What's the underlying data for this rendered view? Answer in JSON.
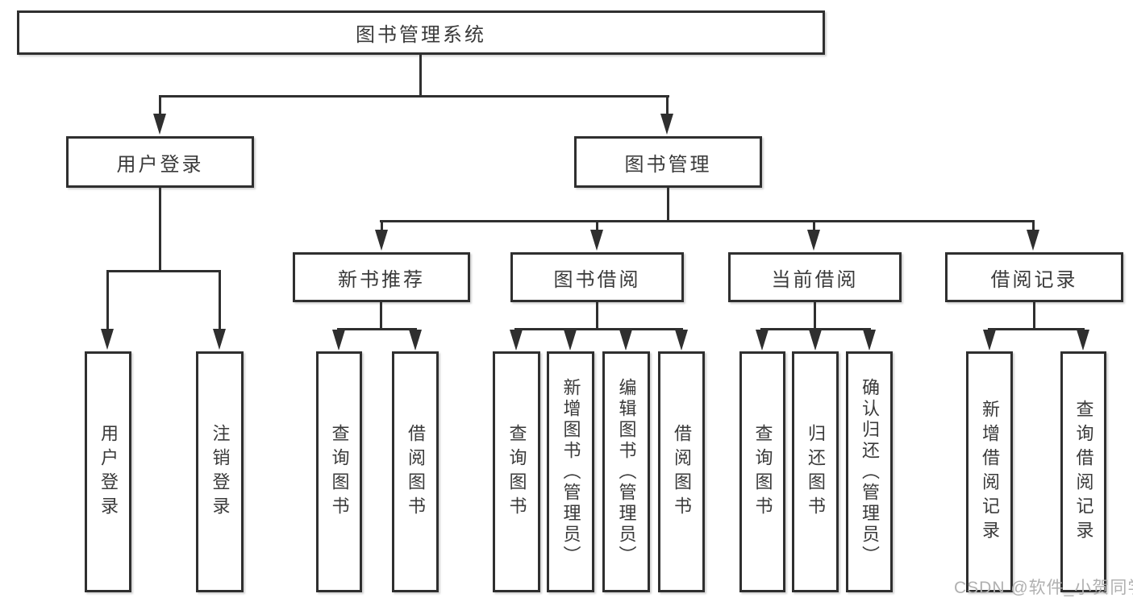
{
  "diagram": {
    "title": "图书管理系统",
    "branches": [
      {
        "label": "用户登录",
        "children": [
          "用户登录",
          "注销登录"
        ]
      },
      {
        "label": "图书管理",
        "sections": [
          {
            "label": "新书推荐",
            "children": [
              "查询图书",
              "借阅图书"
            ]
          },
          {
            "label": "图书借阅",
            "children": [
              "查询图书",
              "新增图书（管理员）",
              "编辑图书（管理员）",
              "借阅图书"
            ]
          },
          {
            "label": "当前借阅",
            "children": [
              "查询图书",
              "归还图书",
              "确认归还（管理员）"
            ]
          },
          {
            "label": "借阅记录",
            "children": [
              "新增借阅记录",
              "查询借阅记录"
            ]
          }
        ]
      }
    ]
  },
  "watermark": {
    "text": "CSDN @软件_小贺同学"
  },
  "colors": {
    "line": "#2f2f2f",
    "text": "#3a3a3a",
    "watermark": "#b0b0b0",
    "background": "#ffffff"
  }
}
